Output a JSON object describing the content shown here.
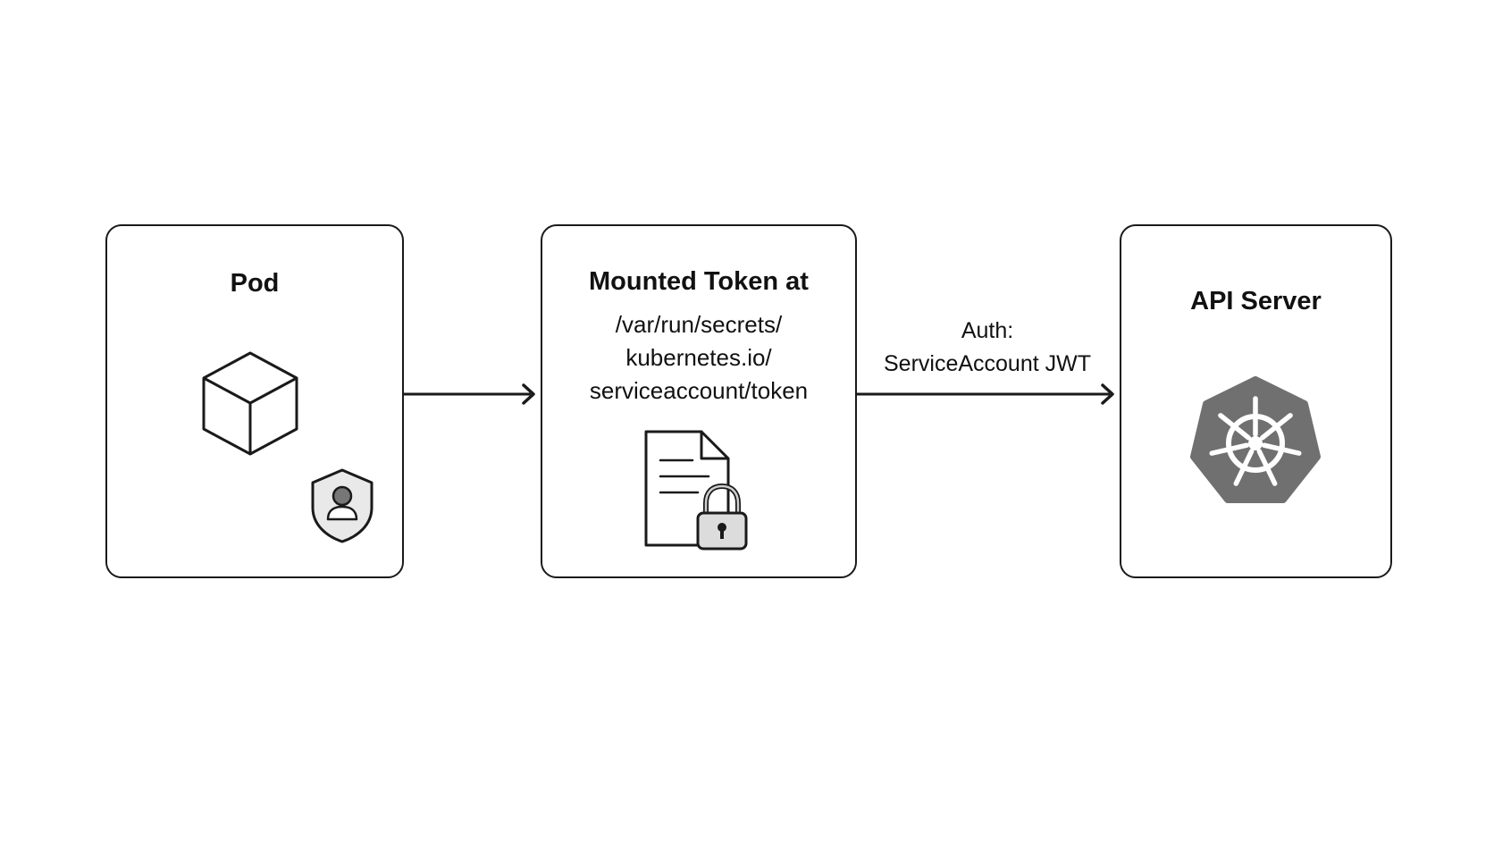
{
  "nodes": {
    "pod": {
      "title": "Pod",
      "icons": [
        "cube-icon",
        "shield-user-icon"
      ]
    },
    "token": {
      "title": "Mounted Token at",
      "path_lines": [
        "/var/run/secrets/",
        "kubernetes.io/",
        "serviceaccount/token"
      ],
      "icons": [
        "locked-document-icon"
      ]
    },
    "api": {
      "title": "API Server",
      "icons": [
        "kubernetes-helm-icon"
      ]
    }
  },
  "edges": {
    "pod_to_token": {
      "label": ""
    },
    "token_to_api": {
      "label_lines": [
        "Auth:",
        "ServiceAccount JWT"
      ]
    }
  },
  "colors": {
    "stroke": "#1a1a1a",
    "k8s_fill": "#707070",
    "shield_fill": "#e9e9e9",
    "user_fill": "#777777"
  }
}
